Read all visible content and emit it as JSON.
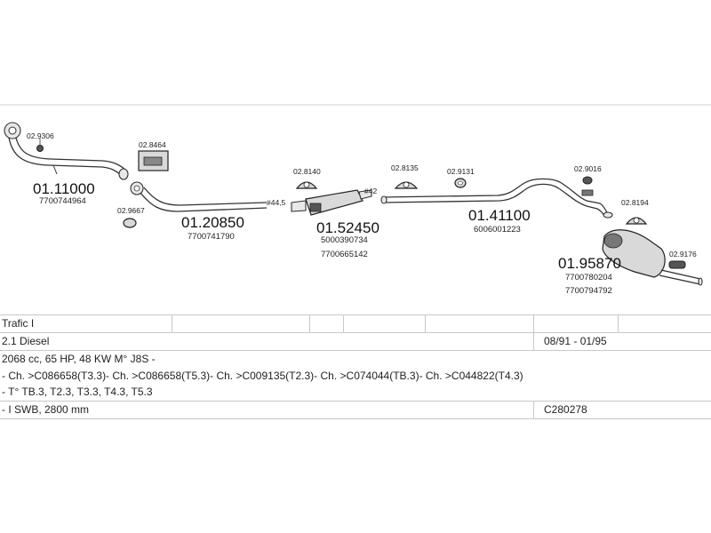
{
  "diagram": {
    "parts": [
      {
        "id": "01.11000",
        "oem": [
          "7700744964"
        ]
      },
      {
        "id": "01.20850",
        "oem": [
          "7700741790"
        ]
      },
      {
        "id": "01.52450",
        "oem": [
          "5000390734",
          "7700665142"
        ]
      },
      {
        "id": "01.41100",
        "oem": [
          "6006001223"
        ]
      },
      {
        "id": "01.95870",
        "oem": [
          "7700780204",
          "7700794792"
        ]
      }
    ],
    "clips": [
      "02.9306",
      "02.8464",
      "02.9667",
      "02.8140",
      "02.8135",
      "02.9131",
      "02.9016",
      "02.8194",
      "02.9176"
    ],
    "dims": [
      "#44,5",
      "#42"
    ]
  },
  "table": {
    "model": "Trafic I",
    "engine": "2.1 Diesel",
    "years": "08/91 - 01/95",
    "specs": "2068 cc, 65 HP, 48 KW M° J8S -",
    "chassis": "- Ch. >C086658(T3.3)- Ch. >C086658(T5.3)- Ch. >C009135(T2.3)- Ch. >C074044(TB.3)- Ch. >C044822(T4.3)",
    "types": "- T° TB.3, T2.3, T3.3, T4.3, T5.3",
    "wheelbase": "- I SWB, 2800 mm",
    "code": "C280278"
  }
}
